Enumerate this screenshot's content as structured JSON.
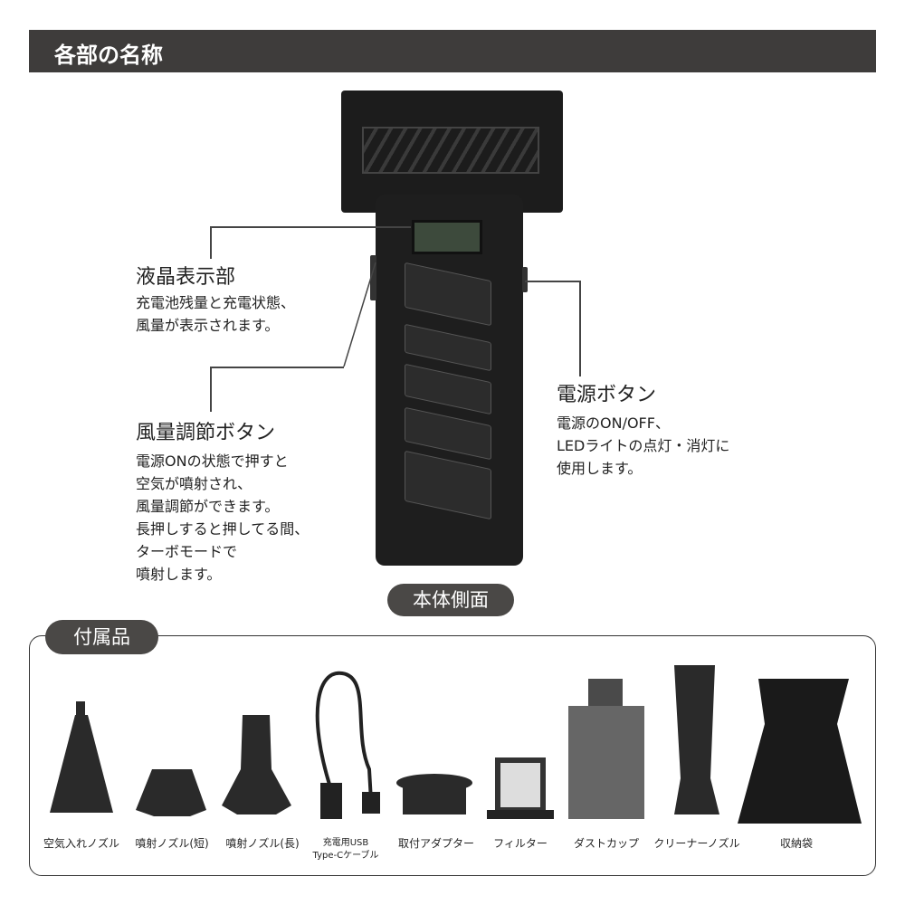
{
  "header": {
    "title": "各部の名称"
  },
  "callouts": {
    "lcd": {
      "title": "液晶表示部",
      "desc": "充電池残量と充電状態、\n風量が表示されます。"
    },
    "airflow": {
      "title": "風量調節ボタン",
      "desc": "電源ONの状態で押すと\n空気が噴射され、\n風量調節ができます。\n長押しすると押してる間、\nターボモードで\n噴射します。"
    },
    "power": {
      "title": "電源ボタン",
      "desc": "電源のON/OFF、\nLEDライトの点灯・消灯に\n使用します。"
    }
  },
  "side_badge": "本体側面",
  "accessories": {
    "title": "付属品",
    "items": [
      {
        "label": "空気入れノズル"
      },
      {
        "label": "噴射ノズル(短)"
      },
      {
        "label": "噴射ノズル(長)"
      },
      {
        "label": "充電用USB\nType-Cケーブル"
      },
      {
        "label": "取付アダプター"
      },
      {
        "label": "フィルター"
      },
      {
        "label": "ダストカップ"
      },
      {
        "label": "クリーナーノズル"
      },
      {
        "label": "収納袋"
      }
    ]
  }
}
